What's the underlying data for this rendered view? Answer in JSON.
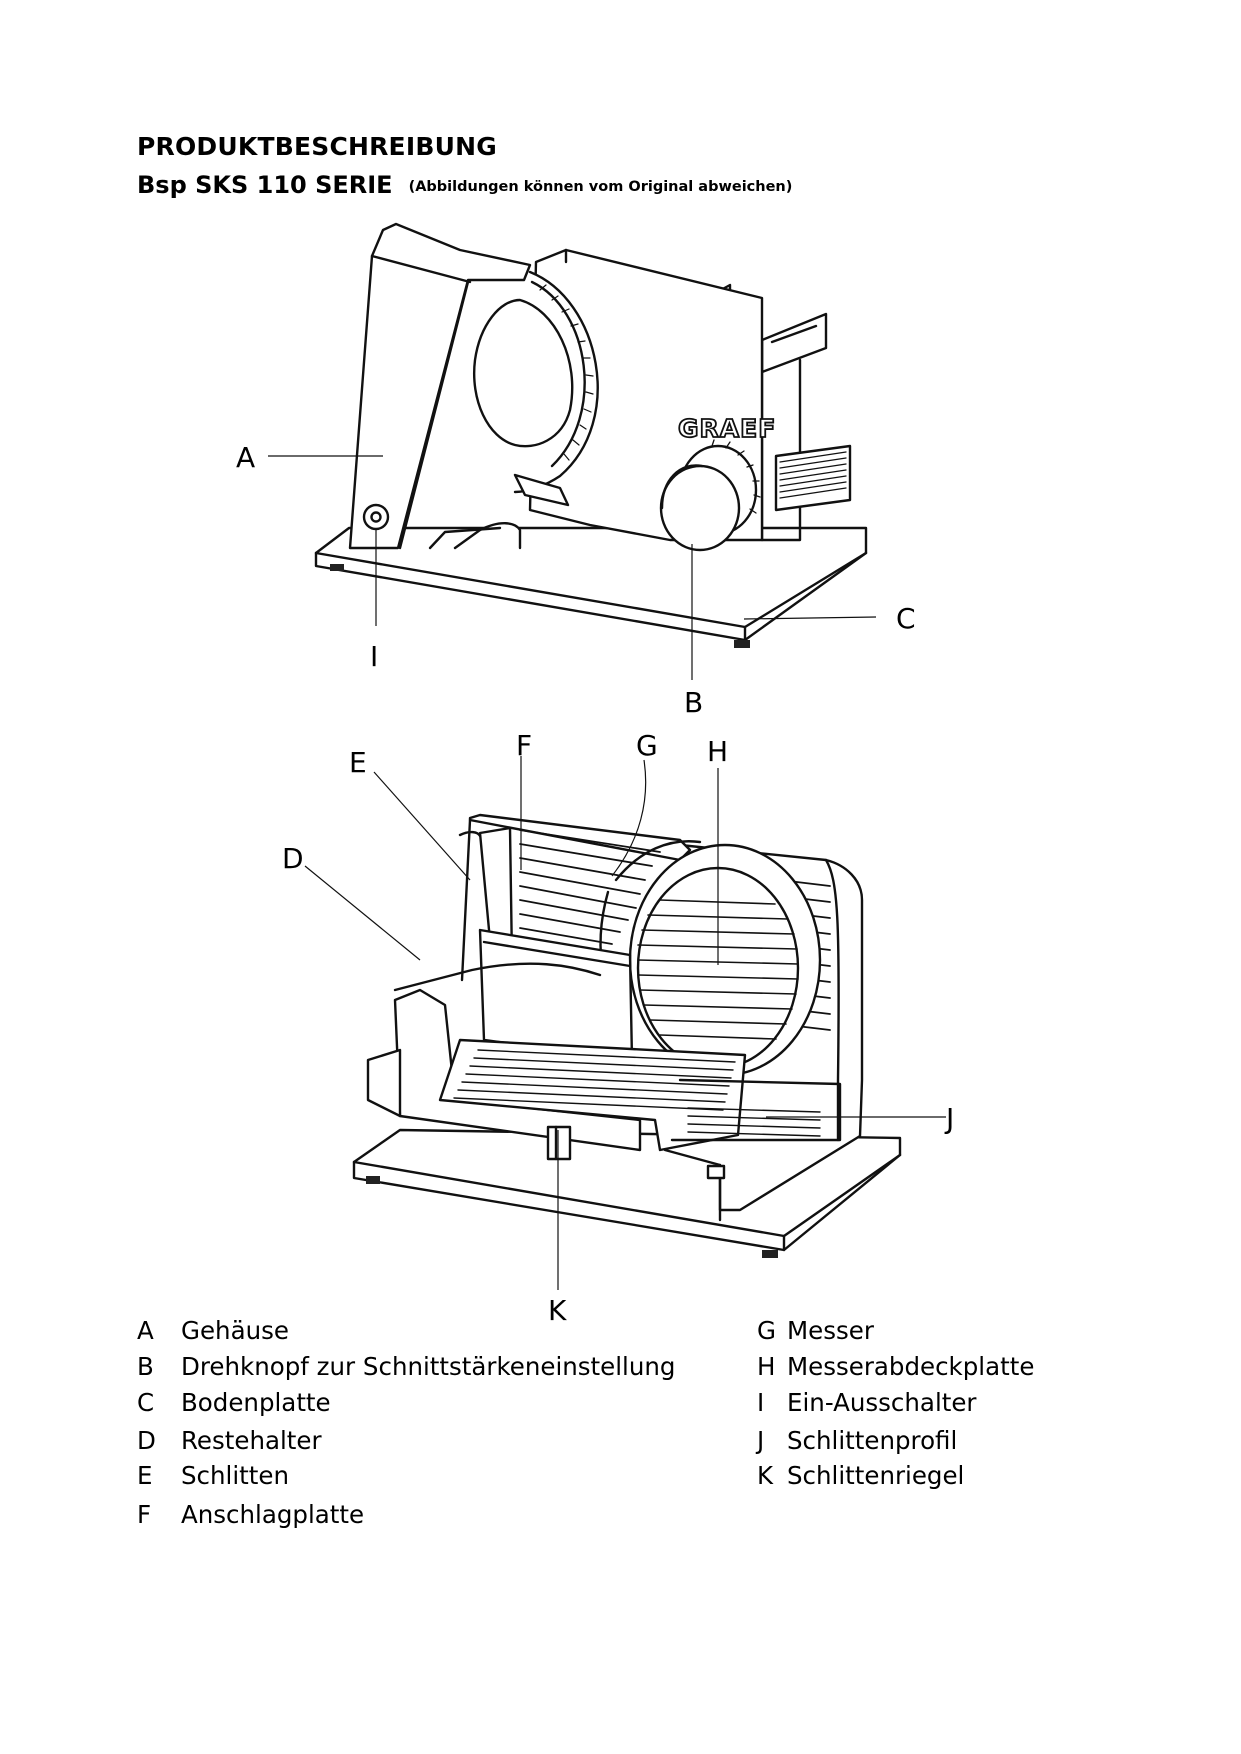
{
  "header": {
    "title": "PRODUKTBESCHREIBUNG",
    "subtitle": "Bsp SKS 110 SERIE",
    "note": "(Abbildungen können vom Original abweichen)"
  },
  "figure_top": {
    "brand": "GRAEF",
    "callouts": {
      "A": "A",
      "B": "B",
      "C": "C",
      "I": "I"
    }
  },
  "figure_bottom": {
    "callouts": {
      "D": "D",
      "E": "E",
      "F": "F",
      "G": "G",
      "H": "H",
      "J": "J",
      "K": "K"
    }
  },
  "legend": {
    "left": [
      {
        "key": "A",
        "text": "Gehäuse"
      },
      {
        "key": "B",
        "text": "Drehknopf zur Schnittstärkeneinstellung"
      },
      {
        "key": "C",
        "text": "Bodenplatte"
      },
      {
        "key": "D",
        "text": "Restehalter"
      },
      {
        "key": "E",
        "text": "Schlitten"
      },
      {
        "key": "F",
        "text": "Anschlagplatte"
      }
    ],
    "right": [
      {
        "key": "G",
        "text": "Messer"
      },
      {
        "key": "H",
        "text": "Messerabdeckplatte"
      },
      {
        "key": "I",
        "text": "Ein-Ausschalter"
      },
      {
        "key": "J",
        "text": "Schlittenprofil"
      },
      {
        "key": "K",
        "text": "Schlittenriegel"
      }
    ]
  }
}
